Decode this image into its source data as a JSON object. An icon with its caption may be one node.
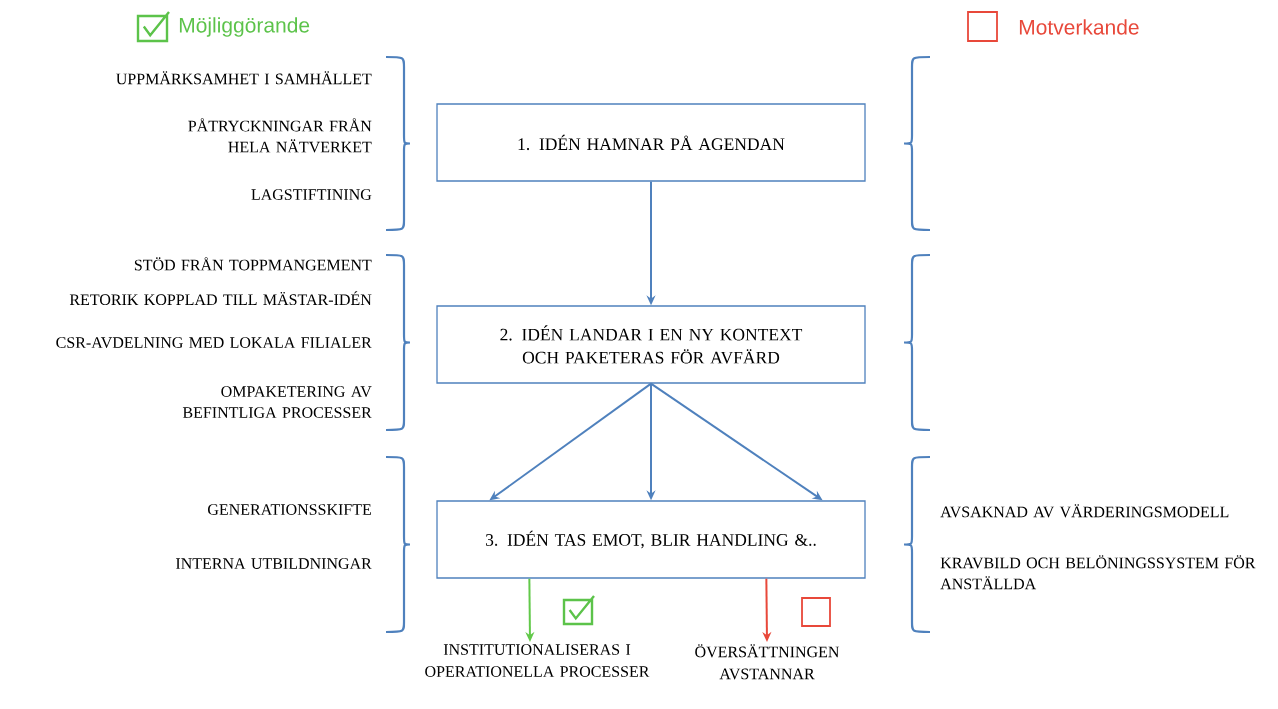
{
  "diagram": {
    "nodes": [
      {
        "text": [
          "1. IDÉN HAMNAR PÅ AGENDAN"
        ]
      },
      {
        "text": [
          "2. IDÉN LANDAR I EN NY KONTEXT OCH PAKETERAS FÖR AVFÄRD"
        ]
      },
      {
        "text": [
          "3. IDÉN TAS EMOT, BLIR HANDLING &.."
        ]
      },
      {
        "text": [
          "INSTITUTIONALISERAS I OPERATIONELLA PROCESSER"
        ]
      },
      {
        "text": [
          "ÖVERSÄTTNINGEN AVSTANNAR"
        ]
      }
    ],
    "edges": [
      {
        "from": 0,
        "to": 1,
        "arrow": "to"
      },
      {
        "from": 1,
        "to": 2,
        "arrow": "to"
      },
      {
        "from": 1,
        "to": 2,
        "arrow": "to"
      },
      {
        "from": 1,
        "to": 2,
        "arrow": "to"
      },
      {
        "from": 2,
        "to": 3,
        "arrow": "to",
        "color": "#62c94a"
      },
      {
        "from": 2,
        "to": 4,
        "arrow": "to",
        "color": "#e8483a"
      }
    ],
    "labels": [
      "Möjliggörande",
      "Motverkande",
      "UPPMÄRKSAMHET I SAMHÄLLET",
      "PÅTRYCKNINGAR FRÅN HELA NÄTVERKET",
      "LAGSTIFTINING",
      "STÖD FRÅN TOPPMANGEMENT",
      "RETORIK KOPPLAD TILL MÄSTAR-IDÉN",
      "CSR-AVDELNING MED LOKALA FILIALER",
      "OMPAKETERING AV BEFINTLIGA PROCESSER",
      "GENERATIONSSKIFTE",
      "INTERNA UTBILDNINGAR",
      "AVSAKNAD AV VÄRDERINGSMODELL",
      "KRAVBILD OCH BELÖNINGSSYSTEM FÖR ANSTÄLLDA"
    ]
  }
}
